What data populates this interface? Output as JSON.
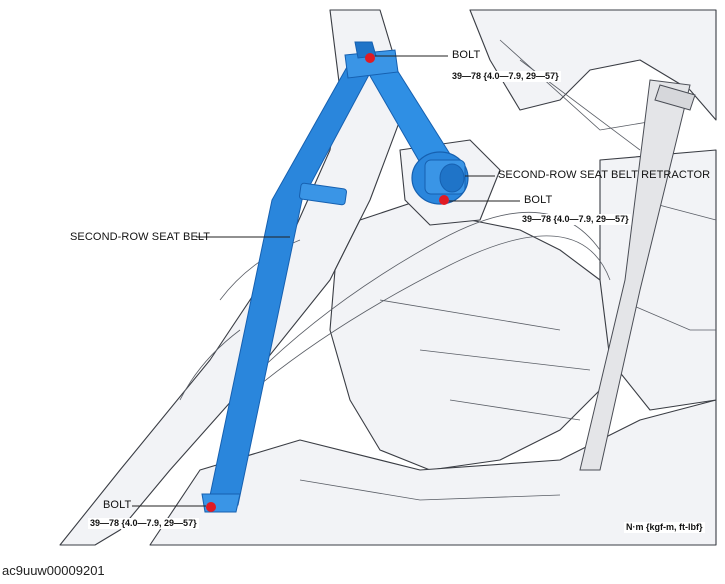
{
  "labels": {
    "bolt_top": "BOLT",
    "torque_top": "39—78 {4.0—7.9, 29—57}",
    "retractor": "SECOND-ROW SEAT BELT RETRACTOR",
    "bolt_mid": "BOLT",
    "torque_mid": "39—78 {4.0—7.9, 29—57}",
    "seat_belt": "SECOND-ROW SEAT BELT",
    "bolt_bottom": "BOLT",
    "torque_bottom": "39—78 {4.0—7.9, 29—57}",
    "units": "N·m {kgf-m, ft-lbf}"
  },
  "caption": "ac9uuw00009201",
  "colors": {
    "belt": "#2a86dc",
    "belt_dark": "#1660b0",
    "bolt_marker": "#e01b24",
    "body_panel": "#f2f3f6",
    "outline": "#3a3d44"
  }
}
